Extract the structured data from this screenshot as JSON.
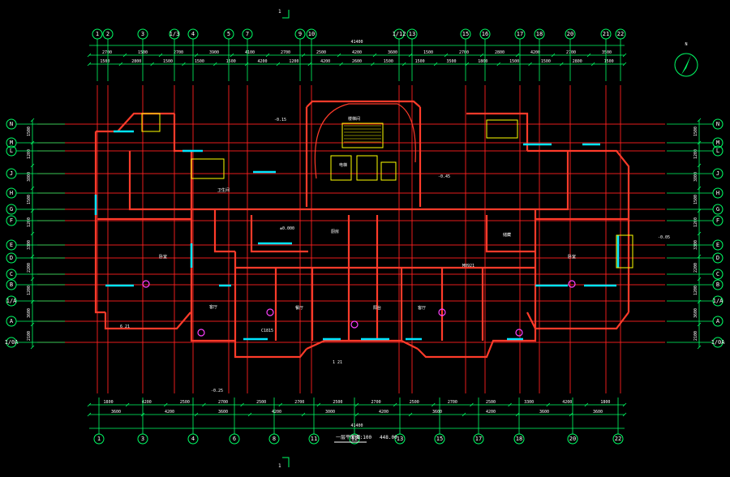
{
  "drawing": {
    "title": "一层平面图",
    "scale": "1:100",
    "area_note": "448.00",
    "section_mark": "1",
    "north_mark": "N"
  },
  "axes": {
    "columns": [
      "1",
      "2",
      "3",
      "1/3",
      "4",
      "5",
      "7",
      "9",
      "10",
      "1/12",
      "13",
      "15",
      "16",
      "17",
      "18",
      "20",
      "21",
      "22"
    ],
    "columns_bottom": [
      "1",
      "3",
      "4",
      "6",
      "8",
      "11",
      "12",
      "13",
      "15",
      "17",
      "18",
      "20",
      "22"
    ],
    "rows": [
      "N",
      "M",
      "L",
      "J",
      "H",
      "G",
      "F",
      "E",
      "D",
      "C",
      "B",
      "1/A",
      "A",
      "1/0A"
    ]
  },
  "dimensions": {
    "top_total": "41400",
    "top_row1": [
      "2700",
      "1500",
      "2700",
      "3900",
      "4100",
      "2700",
      "2500",
      "4200",
      "3600",
      "1500",
      "2700",
      "2800",
      "4200",
      "2700",
      "3500"
    ],
    "top_row2": [
      "1500",
      "2800",
      "1500",
      "1500",
      "1500",
      "4200",
      "1200",
      "4200",
      "2600",
      "1500",
      "1500",
      "3500",
      "1800",
      "1500",
      "1500",
      "2800",
      "1500"
    ],
    "bottom_total": "41400",
    "bottom_row1": [
      "1800",
      "4200",
      "2500",
      "2700",
      "2500",
      "2700",
      "2500",
      "2700",
      "2500",
      "2700",
      "2500",
      "3300",
      "4200",
      "1800"
    ],
    "bottom_row2": [
      "3600",
      "4200",
      "3600",
      "4200",
      "3000",
      "4200",
      "3600",
      "4200",
      "3600",
      "3600"
    ],
    "left_dims": [
      "1500",
      "1200",
      "3800",
      "1500",
      "1200",
      "3300",
      "2200",
      "1200",
      "3600",
      "2100"
    ],
    "right_dims": [
      "1500",
      "1200",
      "3800",
      "1500",
      "1200",
      "3300",
      "2200",
      "1200",
      "3600",
      "2100"
    ]
  },
  "labels": {
    "elev_a": "-0.15",
    "elev_b": "±0.000",
    "elev_c": "-0.45",
    "elev_d": "-0.05",
    "elev_e": "-0.25",
    "room_a": "卧室",
    "room_b": "客厅",
    "room_c": "厨房",
    "room_d": "卫生间",
    "room_e": "餐厅",
    "room_f": "楼梯间",
    "room_g": "电梯",
    "room_h": "储藏",
    "room_i": "阳台",
    "note_a": "6 21",
    "note_b": "1 21",
    "note_c": "C1815",
    "note_d": "M0921"
  },
  "colors": {
    "background": "#000000",
    "wall": "#ff3b2a",
    "axis": "#ff2020",
    "dim": "#00ff66",
    "window": "#00e5ff",
    "fixture": "#ffff00",
    "text": "#ffffff",
    "magenta": "#ff40ff"
  }
}
